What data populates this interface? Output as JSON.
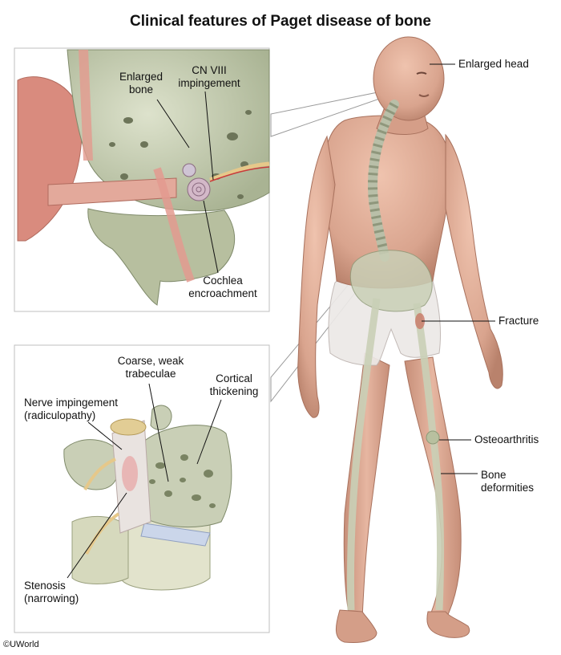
{
  "title": "Clinical features of Paget disease of bone",
  "copyright": "©UWorld",
  "ear_panel": {
    "enlarged_bone_1": "Enlarged",
    "enlarged_bone_2": "bone",
    "cn_viii_1": "CN VIII",
    "cn_viii_2": "impingement",
    "cochlea_1": "Cochlea",
    "cochlea_2": "encroachment"
  },
  "spine_panel": {
    "coarse_1": "Coarse, weak",
    "coarse_2": "trabeculae",
    "cortical_1": "Cortical",
    "cortical_2": "thickening",
    "nerve_1": "Nerve impingement",
    "nerve_2": "(radiculopathy)",
    "stenosis_1": "Stenosis",
    "stenosis_2": "(narrowing)"
  },
  "body_labels": {
    "enlarged_head": "Enlarged head",
    "fracture": "Fracture",
    "osteoarthritis": "Osteoarthritis",
    "bone_deformities_1": "Bone",
    "bone_deformities_2": "deformities"
  },
  "colors": {
    "skin": "#d9a48e",
    "skin_dark": "#b97b66",
    "bone": "#c9cfb6",
    "bone_dark": "#8e9a78",
    "shorts": "#e9e6e4",
    "nerve": "#e6c88a",
    "ear_pink": "#d98b7e"
  }
}
